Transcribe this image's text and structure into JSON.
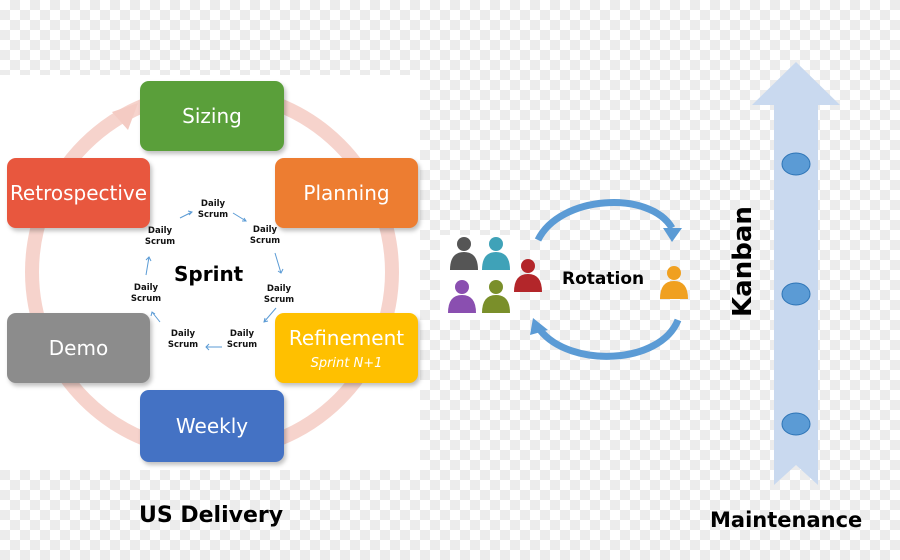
{
  "cycle": {
    "center": "Sprint",
    "boxes": {
      "sizing": "Sizing",
      "planning": "Planning",
      "refinement": "Refinement",
      "refinement_sub": "Sprint N+1",
      "weekly": "Weekly",
      "demo": "Demo",
      "retrospective": "Retrospective"
    },
    "daily_scrum": "Daily Scrum",
    "colors": {
      "sizing": "#5a9f3a",
      "planning": "#ed7d31",
      "refinement": "#ffc000",
      "weekly": "#4472c4",
      "demo": "#8c8c8c",
      "retrospective": "#e8573e",
      "ring": "#f4cbc3"
    },
    "footer": "US Delivery"
  },
  "rotation": {
    "label": "Rotation",
    "people_colors": [
      "#555555",
      "#3fa2b8",
      "#b3262a",
      "#8a4fb0",
      "#7a8f2a",
      "#f0a020"
    ]
  },
  "kanban": {
    "label": "Kanban",
    "footer": "Maintenance",
    "arrow_color": "#c9d9ef",
    "dot_color": "#5b9bd5"
  }
}
